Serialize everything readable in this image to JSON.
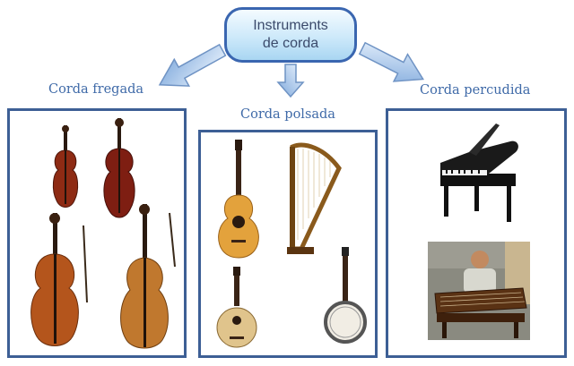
{
  "root": {
    "line1": "Instruments",
    "line2": "de corda"
  },
  "categories": [
    {
      "label": "Corda fregada",
      "items": [
        "violin-image",
        "viola-image",
        "cello-image",
        "double-bass-image"
      ]
    },
    {
      "label": "Corda polsada",
      "items": [
        "classical-guitar-image",
        "harp-image",
        "mandolin-image",
        "banjo-image"
      ]
    },
    {
      "label": "Corda percudida",
      "items": [
        "grand-piano-image",
        "cimbalom-image"
      ]
    }
  ],
  "colors": {
    "accent": "#3a66b0",
    "label": "#3f6aa8",
    "panel_border": "#3d5f95",
    "arrow": "#8fb4e0"
  }
}
